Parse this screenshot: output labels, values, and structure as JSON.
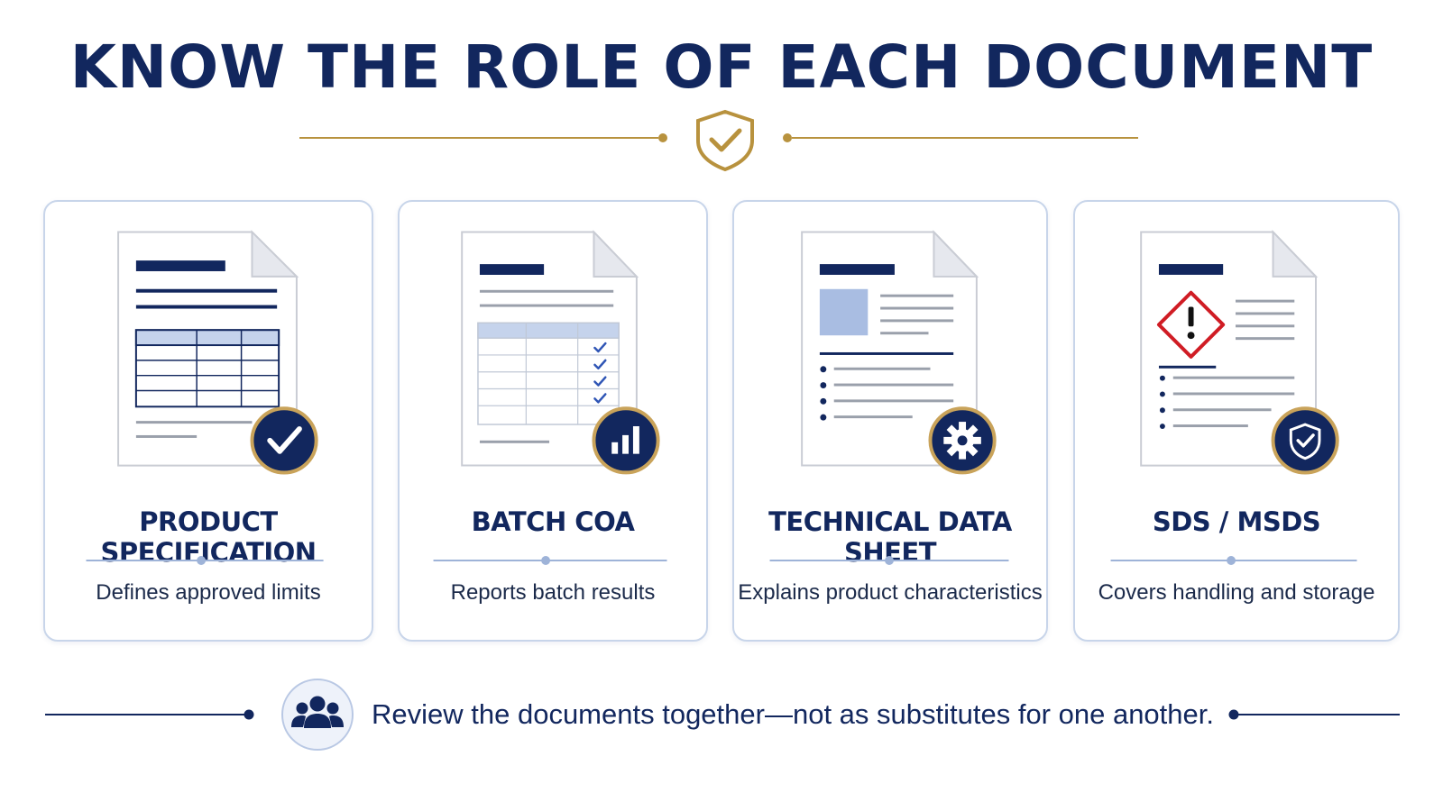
{
  "header": {
    "title": "KNOW THE ROLE OF EACH DOCUMENT",
    "emblem_icon": "shield-check-icon"
  },
  "cards": [
    {
      "title": "PRODUCT SPECIFICATION",
      "description": "Defines approved limits",
      "badge_icon": "checkmark-icon"
    },
    {
      "title": "BATCH COA",
      "description": "Reports batch results",
      "badge_icon": "bar-chart-icon"
    },
    {
      "title": "TECHNICAL DATA SHEET",
      "description": "Explains product characteristics",
      "badge_icon": "gear-icon"
    },
    {
      "title": "SDS / MSDS",
      "description": "Covers handling and storage",
      "badge_icon": "shield-check-icon"
    }
  ],
  "footer": {
    "note": "Review the documents together—not as substitutes for one another.",
    "icon": "people-group-icon"
  },
  "colors": {
    "navy": "#12275e",
    "gold": "#b8923e",
    "card_border": "#c8d5ea",
    "hazard_red": "#d01c24"
  }
}
